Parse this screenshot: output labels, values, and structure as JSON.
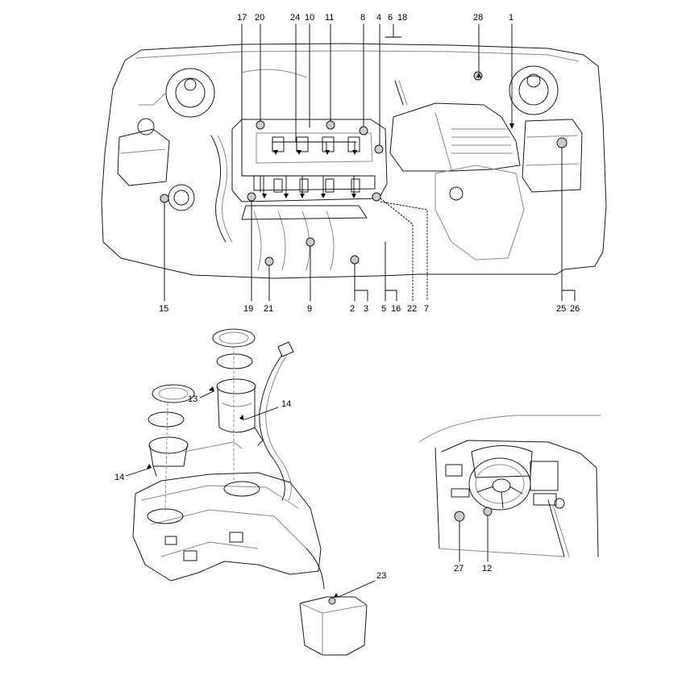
{
  "colors": {
    "line": "#1a1a1a",
    "light": "#8a8a8a",
    "callout": "#000000",
    "marker_fill": "#cccccc"
  },
  "engine_bay": {
    "top_labels": [
      "17",
      "20",
      "24",
      "10",
      "11",
      "8",
      "4",
      "6",
      "18",
      "28",
      "1"
    ],
    "bottom_labels": [
      "15",
      "19",
      "21",
      "9",
      "2",
      "3",
      "5",
      "16",
      "22",
      "7",
      "25",
      "26"
    ]
  },
  "fuel_system": {
    "labels": [
      "13",
      "14",
      "14",
      "23"
    ]
  },
  "interior": {
    "labels": [
      "27",
      "12"
    ]
  }
}
